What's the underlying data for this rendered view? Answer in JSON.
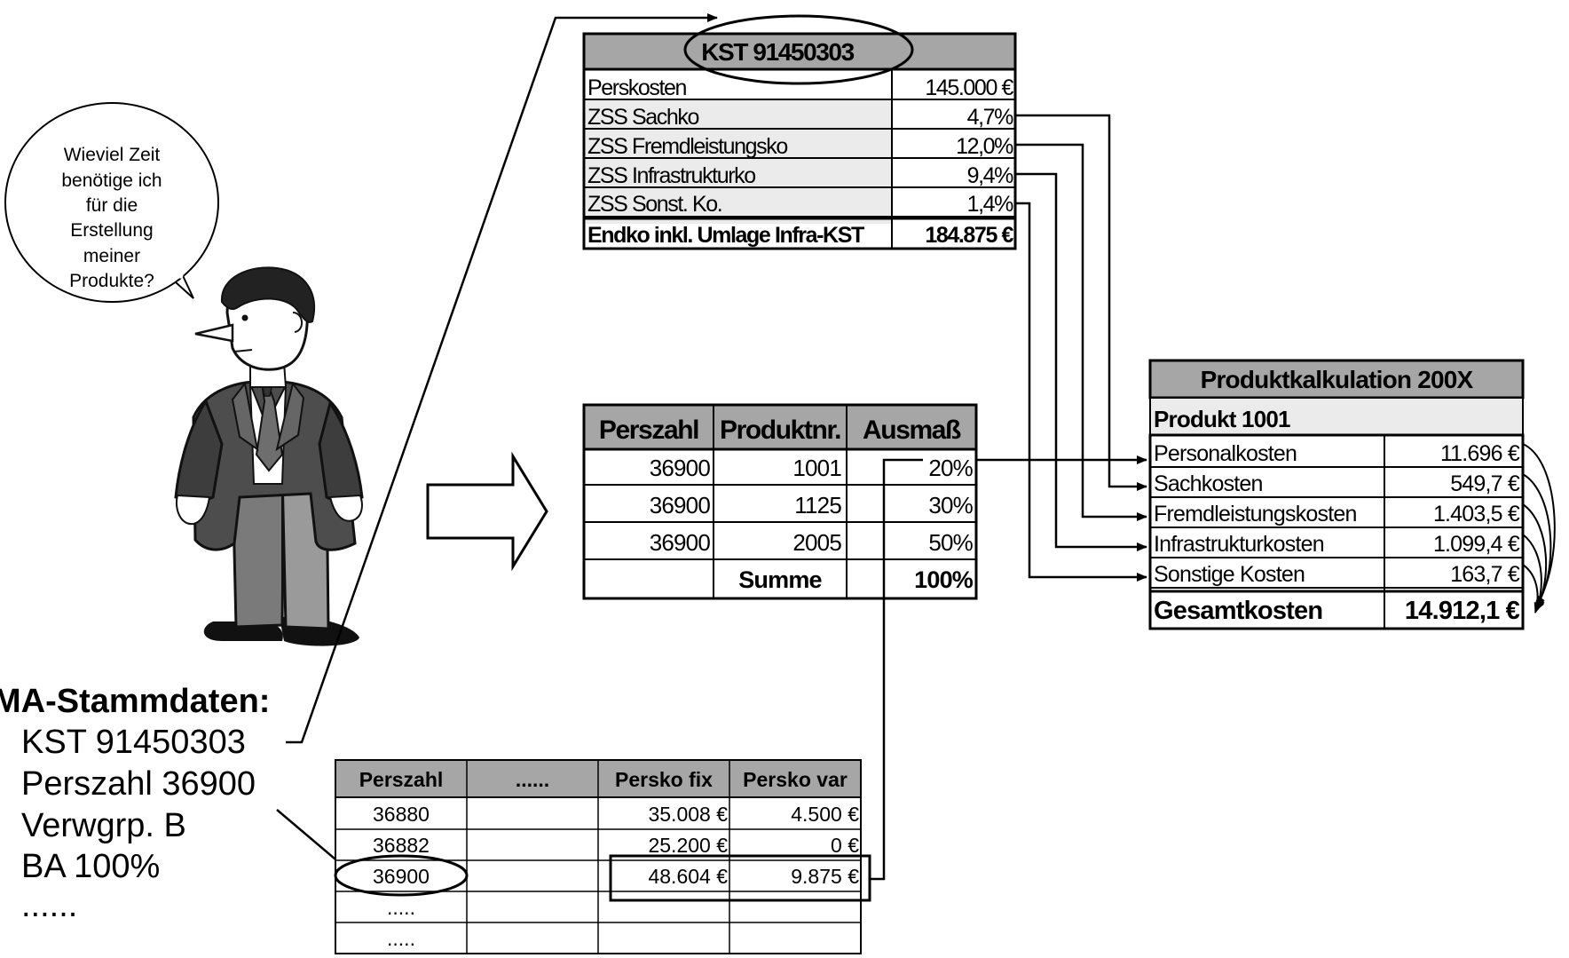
{
  "speech_bubble": {
    "lines": [
      "Wieviel Zeit",
      "benötige ich",
      "für die",
      "Erstellung",
      "meiner",
      "Produkte?"
    ]
  },
  "ma_stammdaten": {
    "title": "MA-Stammdaten:",
    "lines": [
      "KST 91450303",
      "Perszahl 36900",
      "Verwgrp. B",
      "BA 100%",
      "......"
    ]
  },
  "kst_table": {
    "title": "KST 91450303",
    "rows": [
      {
        "label": "Perskosten",
        "value": "145.000 €"
      },
      {
        "label": "ZSS Sachko",
        "value": "4,7%"
      },
      {
        "label": "ZSS Fremdleistungsko",
        "value": "12,0%"
      },
      {
        "label": "ZSS Infrastrukturko",
        "value": "9,4%"
      },
      {
        "label": "ZSS Sonst. Ko.",
        "value": "1,4%"
      },
      {
        "label": "Endko inkl. Umlage Infra-KST",
        "value": "184.875 €"
      }
    ]
  },
  "produkt_table": {
    "headers": [
      "Perszahl",
      "Produktnr.",
      "Ausmaß"
    ],
    "rows": [
      [
        "36900",
        "1001",
        "20%"
      ],
      [
        "36900",
        "1125",
        "30%"
      ],
      [
        "36900",
        "2005",
        "50%"
      ]
    ],
    "sum_label": "Summe",
    "sum_value": "100%"
  },
  "personal_table": {
    "headers": [
      "Perszahl",
      "......",
      "Persko fix",
      "Persko var"
    ],
    "rows": [
      [
        "36880",
        "",
        "35.008 €",
        "4.500 €"
      ],
      [
        "36882",
        "",
        "25.200 €",
        "0 €"
      ],
      [
        "36900",
        "",
        "48.604 €",
        "9.875 €"
      ],
      [
        ".....",
        "",
        "",
        ""
      ],
      [
        ".....",
        "",
        "",
        ""
      ]
    ]
  },
  "kalkulation_table": {
    "title": "Produktkalkulation 200X",
    "product": "Produkt 1001",
    "rows": [
      {
        "label": "Personalkosten",
        "value": "11.696 €"
      },
      {
        "label": "Sachkosten",
        "value": "549,7 €"
      },
      {
        "label": "Fremdleistungskosten",
        "value": "1.403,5 €"
      },
      {
        "label": "Infrastrukturkosten",
        "value": "1.099,4 €"
      },
      {
        "label": "Sonstige Kosten",
        "value": "163,7 €"
      }
    ],
    "total_label": "Gesamtkosten",
    "total_value": "14.912,1 €"
  },
  "colors": {
    "header_gray": "#a6a6a6",
    "light_gray": "#ebebeb",
    "line": "#000000"
  }
}
